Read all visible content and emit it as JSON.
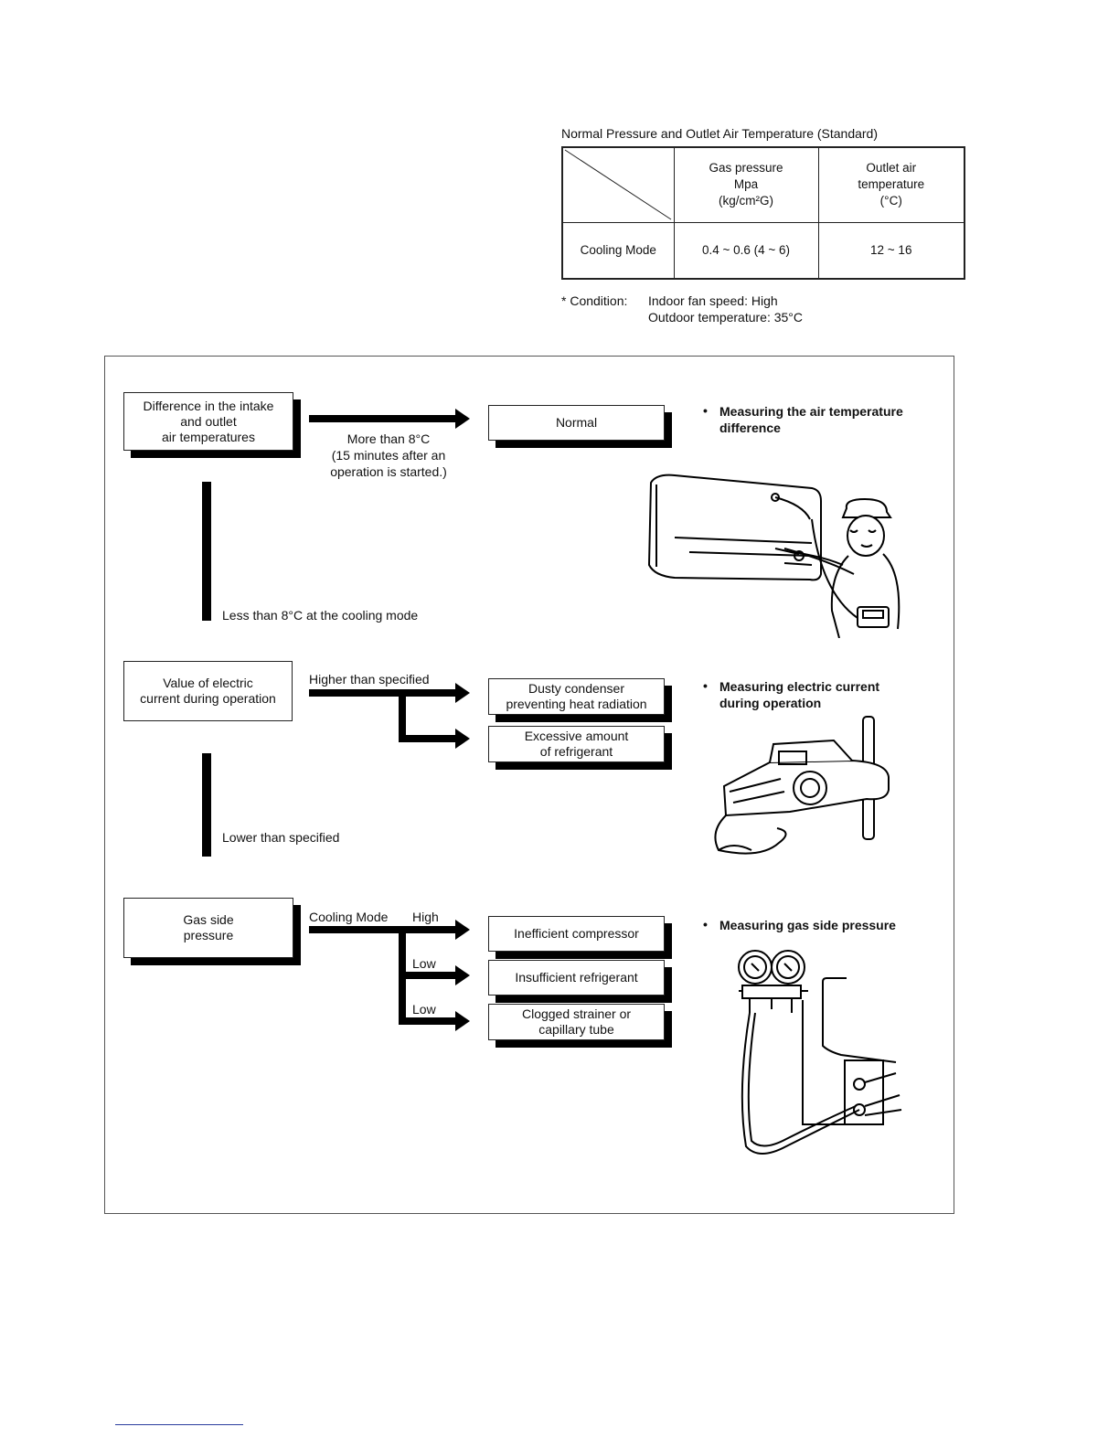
{
  "table": {
    "title": "Normal Pressure and Outlet Air Temperature (Standard)",
    "col_gas": "Gas pressure\nMpa\n(kg/cm²G)",
    "col_outlet": "Outlet air\ntemperature\n(°C)",
    "row_label": "Cooling Mode",
    "gas_value": "0.4 ~ 0.6 (4 ~ 6)",
    "outlet_value": "12 ~ 16",
    "condition_label": "* Condition:",
    "condition_line1": "Indoor fan speed: High",
    "condition_line2": "Outdoor temperature: 35°C"
  },
  "flow": {
    "s1_box": "Difference in the intake\nand outlet\nair temperatures",
    "s1_cond": "More than 8°C\n(15 minutes after an\noperation is started.)",
    "s1_result": "Normal",
    "s1_down": "Less than 8°C at the cooling mode",
    "s1_note": "Measuring the air temperature\ndifference",
    "s2_box": "Value of electric\ncurrent during operation",
    "s2_cond": "Higher than specified",
    "s2_result1": "Dusty condenser\npreventing heat radiation",
    "s2_result2": "Excessive amount\nof refrigerant",
    "s2_down": "Lower than specified",
    "s2_note": "Measuring electric current\nduring operation",
    "s3_box": "Gas side\npressure",
    "s3_mode": "Cooling Mode",
    "s3_high": "High",
    "s3_low1": "Low",
    "s3_low2": "Low",
    "s3_result1": "Inefficient compressor",
    "s3_result2": "Insufficient refrigerant",
    "s3_result3": "Clogged strainer or\ncapillary tube",
    "s3_note": "Measuring gas side pressure",
    "bullet": "•"
  }
}
